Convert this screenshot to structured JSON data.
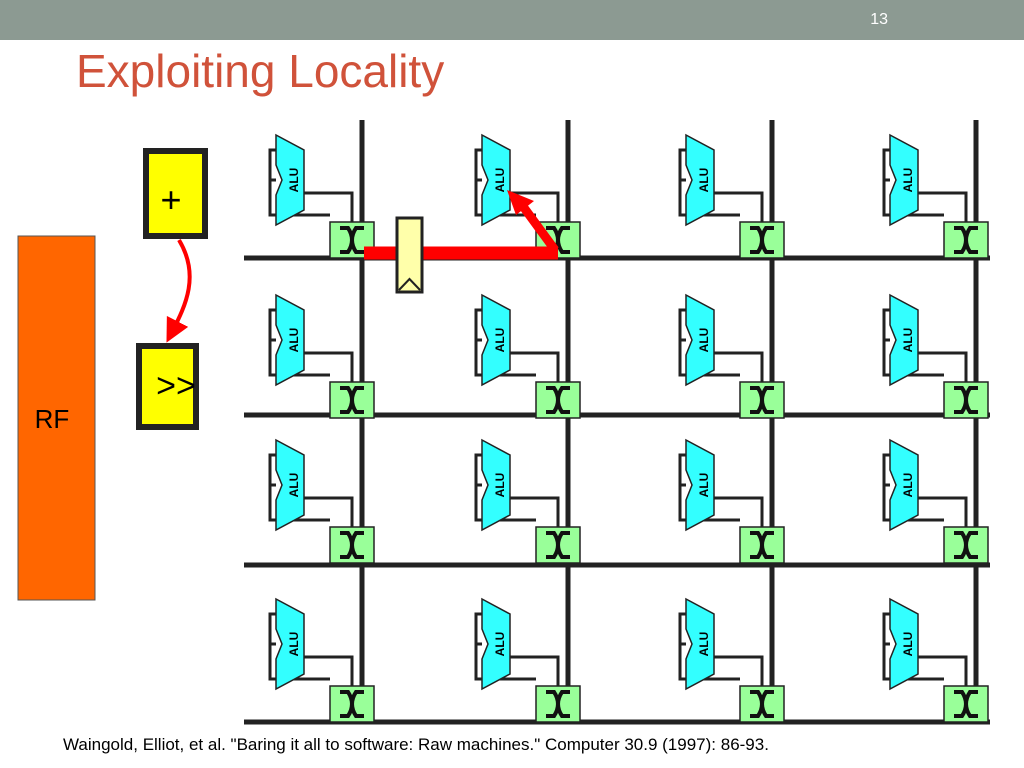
{
  "slide": {
    "number": "13",
    "title": "Exploiting Locality",
    "citation": "Waingold, Elliot, et al. \"Baring it all to software: Raw machines.\" Computer 30.9 (1997): 86-93."
  },
  "diagram": {
    "register_file_label": "RF",
    "add_op_label": "+",
    "shift_op_label": ">>",
    "alu_label": "ALU",
    "colors": {
      "register_file": "#ff6600",
      "op_box": "#ffff00",
      "alu": "#33ffff",
      "switch": "#99ff99",
      "route": "#ff0000",
      "pipeline_register": "#ffffaa",
      "wire": "#222222"
    }
  }
}
